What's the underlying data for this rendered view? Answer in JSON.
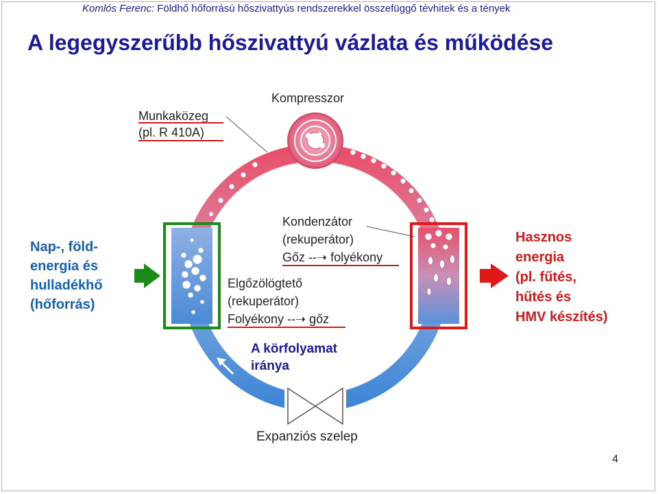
{
  "header": {
    "author": "Komlós Ferenc:",
    "subtitle": "Földhő hőforrású hőszivattyús rendszerekkel összefüggő tévhitek és a tények"
  },
  "title": "A legegyszerűbb hőszivattyú vázlata és működése",
  "labels": {
    "compressor": "Kompresszor",
    "medium_line1": "Munkaközeg",
    "medium_line2": "(pl. R 410A)",
    "condenser_line1": "Kondenzátor",
    "condenser_line2": "(rekuperátor)",
    "condenser_line3": "Gőz --➝ folyékony",
    "evaporator_line1": "Elgőzölögtető",
    "evaporator_line2": "(rekuperátor)",
    "evaporator_line3": "Folyékony --➝ gőz",
    "direction_line1": "A körfolyamat",
    "direction_line2": "iránya",
    "valve": "Expanziós szelep"
  },
  "source": {
    "line1": "Nap-, föld-",
    "line2": "energia és",
    "line3": "hulladékhő",
    "line4": "(hőforrás)"
  },
  "output": {
    "line1": "Hasznos",
    "line2": "energia",
    "line3": "(pl. fűtés,",
    "line4": "hűtés és",
    "line5": "HMV készítés)"
  },
  "page_number": "4",
  "colors": {
    "title": "#1a1a9a",
    "hot": "#e0586e",
    "cold": "#4a90d8",
    "source_arrow": "#1a8a1a",
    "output_arrow": "#e01818",
    "source_text": "#1560b0",
    "output_text": "#d21a1a"
  },
  "icons": [
    "heat-source-arrow-icon",
    "useful-energy-arrow-icon",
    "flow-direction-arrow-icon",
    "expansion-valve-icon",
    "compressor-icon"
  ]
}
